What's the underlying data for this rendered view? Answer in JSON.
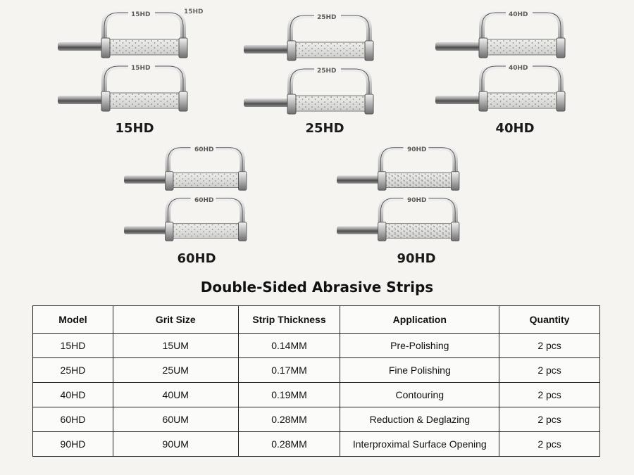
{
  "products": [
    {
      "model": "15HD"
    },
    {
      "model": "25HD"
    },
    {
      "model": "40HD"
    },
    {
      "model": "60HD"
    },
    {
      "model": "90HD"
    }
  ],
  "table": {
    "title": "Double-Sided Abrasive Strips",
    "headers": [
      "Model",
      "Grit Size",
      "Strip Thickness",
      "Application",
      "Quantity"
    ],
    "rows": [
      [
        "15HD",
        "15UM",
        "0.14MM",
        "Pre-Polishing",
        "2 pcs"
      ],
      [
        "25HD",
        "25UM",
        "0.17MM",
        "Fine Polishing",
        "2 pcs"
      ],
      [
        "40HD",
        "40UM",
        "0.19MM",
        "Contouring",
        "2 pcs"
      ],
      [
        "60HD",
        "60UM",
        "0.28MM",
        "Reduction & Deglazing",
        "2 pcs"
      ],
      [
        "90HD",
        "90UM",
        "0.28MM",
        "Interproximal Surface Opening",
        "2 pcs"
      ]
    ]
  },
  "colors": {
    "background": "#f5f4f1",
    "steel_light": "#e6e6e6",
    "steel_dark": "#7d7d7d",
    "border": "#222222"
  }
}
